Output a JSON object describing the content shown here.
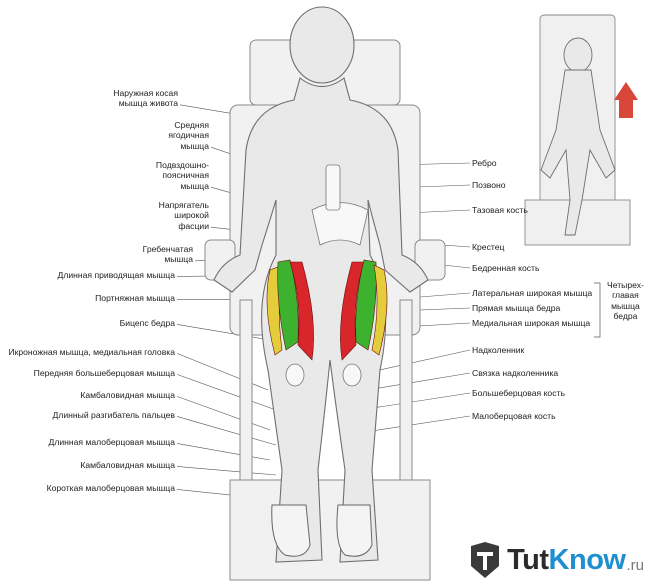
{
  "labels_left": [
    {
      "id": "oblique",
      "text": "Наружная косая\nмышца живота"
    },
    {
      "id": "gluteus-medius",
      "text": "Средняя\nягодичная\nмышца"
    },
    {
      "id": "iliopsoas",
      "text": "Подвздошно-\nпоясничная\nмышца"
    },
    {
      "id": "tfl",
      "text": "Напрягатель\nширокой\nфасции"
    },
    {
      "id": "pectineus",
      "text": "Гребенчатая\nмышца"
    },
    {
      "id": "adductor-longus",
      "text": "Длинная приводящая мышца"
    },
    {
      "id": "sartorius",
      "text": "Портняжная мышца"
    },
    {
      "id": "biceps-femoris",
      "text": "Бицепс бедра"
    },
    {
      "id": "gastrocnemius",
      "text": "Икроножная мышца, медиальная головка"
    },
    {
      "id": "tibialis-anterior",
      "text": "Передняя большеберцовая мышца"
    },
    {
      "id": "soleus-1",
      "text": "Камбаловидная мышца"
    },
    {
      "id": "ext-digitorum",
      "text": "Длинный разгибатель пальцев"
    },
    {
      "id": "peroneus-longus",
      "text": "Длинная малоберцовая мышца"
    },
    {
      "id": "soleus-2",
      "text": "Камбаловидная мышца"
    },
    {
      "id": "peroneus-brevis",
      "text": "Короткая малоберцовая мышца"
    }
  ],
  "labels_right": [
    {
      "id": "rib",
      "text": "Ребро"
    },
    {
      "id": "spine",
      "text": "Позвоно"
    },
    {
      "id": "pelvis",
      "text": "Тазовая кость"
    },
    {
      "id": "sacrum",
      "text": "Крестец"
    },
    {
      "id": "femur",
      "text": "Бедренная кость"
    },
    {
      "id": "vastus-lateralis",
      "text": "Латеральная широкая мышца"
    },
    {
      "id": "rectus-femoris",
      "text": "Прямая мышца бедра"
    },
    {
      "id": "vastus-medialis",
      "text": "Медиальная широкая мышца"
    },
    {
      "id": "patella",
      "text": "Надколенник"
    },
    {
      "id": "patellar-ligament",
      "text": "Связка надколенника"
    },
    {
      "id": "tibia",
      "text": "Большеберцовая кость"
    },
    {
      "id": "fibula",
      "text": "Малоберцовая кость"
    }
  ],
  "quadriceps_label": "Четырех-\nглавая\nмышца\nбедра",
  "brand": {
    "part1": "Tut",
    "part2": "Know",
    "suffix": ".ru"
  },
  "colors": {
    "rectus": "#3db22e",
    "lateral": "#e5cc3a",
    "medial": "#d8262b",
    "arrow": "#d9473a",
    "brand_blue": "#1f8fd0"
  }
}
